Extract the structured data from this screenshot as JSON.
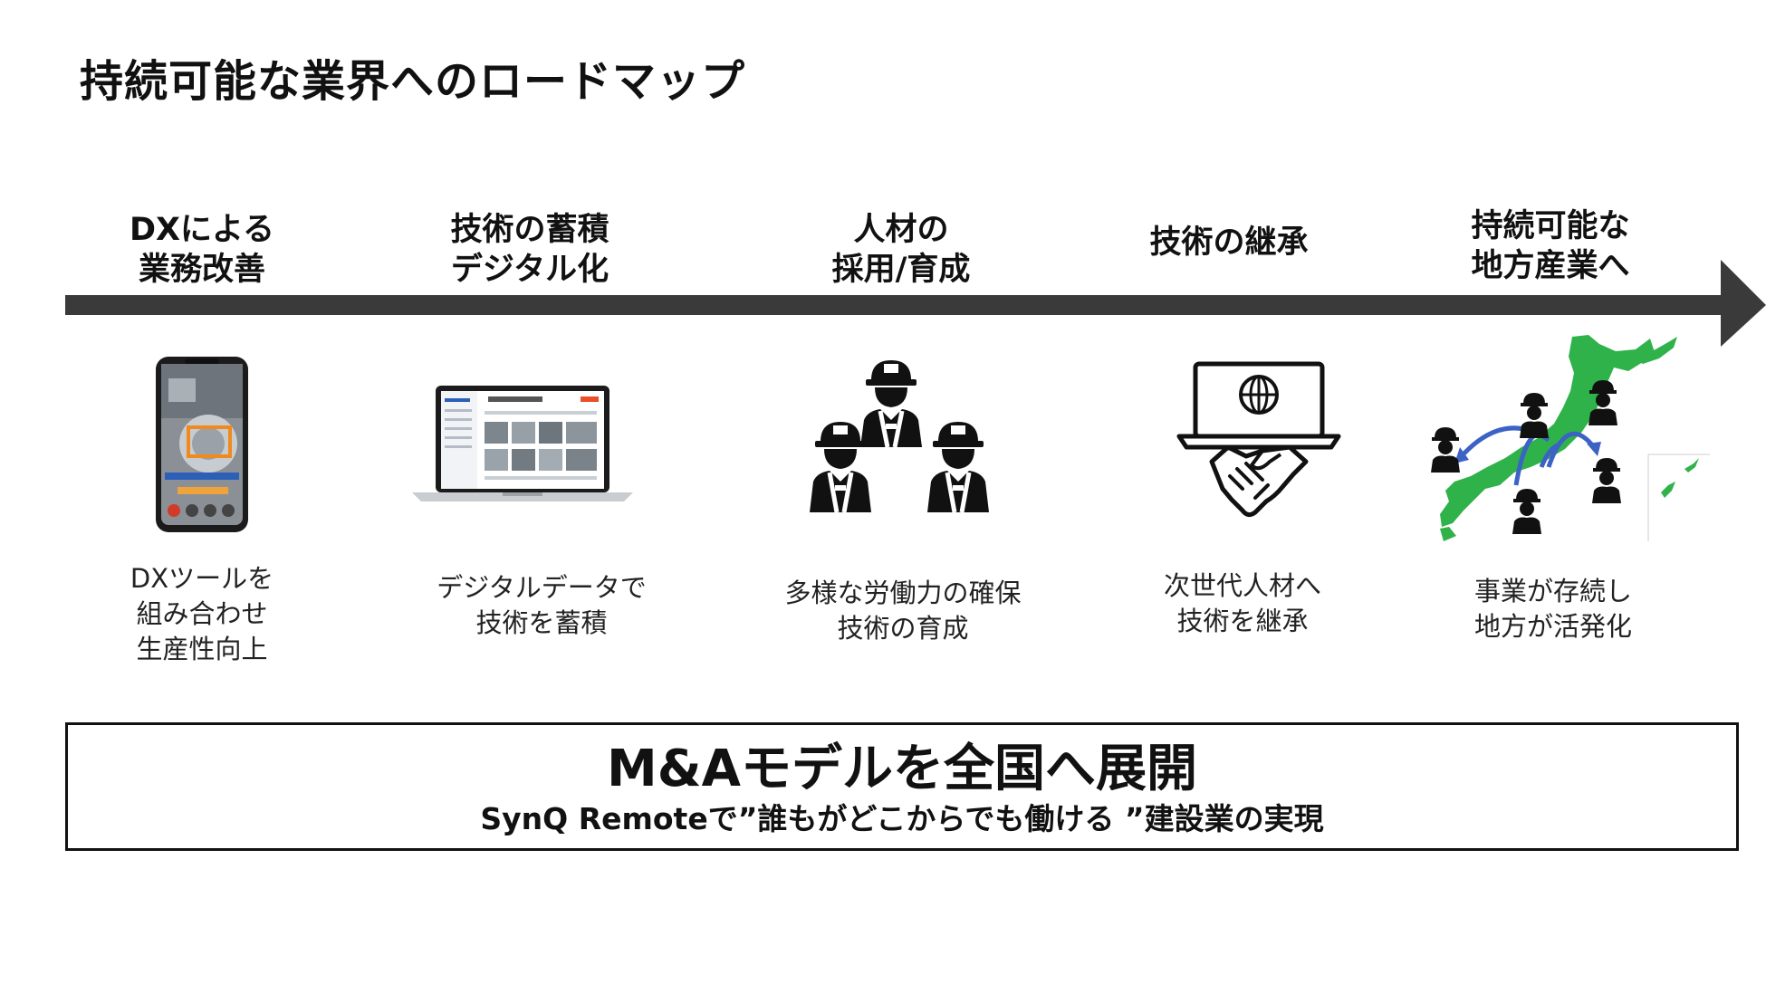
{
  "title": "持続可能な業界へのロードマップ",
  "colors": {
    "arrow": "#3a3a3a",
    "japan_map": "#2fb24a",
    "flow_arrows": "#3b62c4",
    "text": "#111111"
  },
  "stages": [
    {
      "heading": [
        "DXによる",
        "業務改善"
      ],
      "icon": "smartphone-ar-app-icon",
      "description": [
        "DXツールを",
        "組み合わせ",
        "生産性向上"
      ]
    },
    {
      "heading": [
        "技術の蓄積",
        "デジタル化"
      ],
      "icon": "laptop-dashboard-icon",
      "description": [
        "デジタルデータで",
        "技術を蓄積"
      ]
    },
    {
      "heading": [
        "人材の",
        "採用/育成"
      ],
      "icon": "construction-workers-icon",
      "description": [
        "多様な労働力の確保",
        "技術の育成"
      ]
    },
    {
      "heading": [
        "技術の継承"
      ],
      "icon": "laptop-handshake-icon",
      "description": [
        "次世代人材へ",
        "技術を継承"
      ]
    },
    {
      "heading": [
        "持続可能な",
        "地方産業へ"
      ],
      "icon": "japan-map-workers-icon",
      "description": [
        "事業が存続し",
        "地方が活発化"
      ]
    }
  ],
  "banner": {
    "title": "M&Aモデルを全国へ展開",
    "subtitle": "SynQ Remoteで”誰もがどこからでも働ける ”建設業の実現"
  }
}
